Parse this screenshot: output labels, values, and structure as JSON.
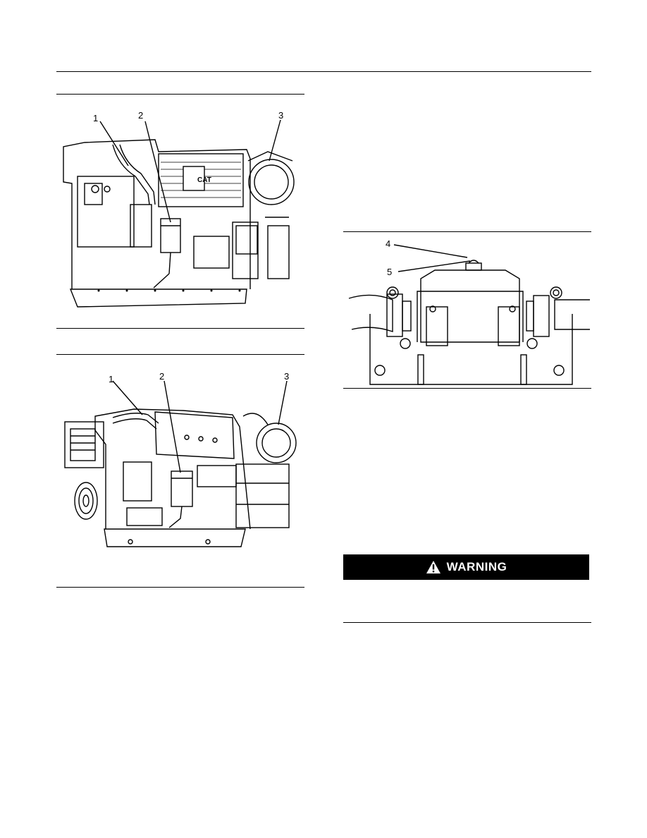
{
  "figures": [
    {
      "callouts": [
        "1",
        "2",
        "3"
      ]
    },
    {
      "callouts": [
        "1",
        "2",
        "3"
      ]
    },
    {
      "callouts": [
        "4",
        "5"
      ]
    }
  ],
  "engine_logo": "CAT",
  "warning": {
    "label": "WARNING",
    "icon": "warning-triangle-icon"
  }
}
